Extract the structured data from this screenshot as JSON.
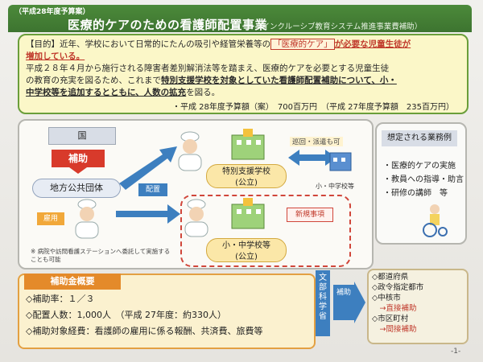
{
  "header": {
    "tag": "（平成28年度予算案）",
    "title": "医療的ケアのための看護師配置事業",
    "subtitle": "（インクルーシブ教育システム推進事業費補助）"
  },
  "purpose": {
    "line1a": "【目的】近年、学校において日常的にたんの吸引や経管栄養等の",
    "line1hl": "「医療的ケア」",
    "line1b": "が必要な児童生徒が",
    "line2": "増加している。",
    "line3": "平成２８年４月から施行される障害者差別解消法等を踏まえ、医療的ケアを必要とする児童生徒",
    "line4a": "の教育の充実を図るため、これまで",
    "line4b": "特別支援学校を対象としていた看護師配置補助について、小・",
    "line5a": "中学校等を追加するとともに、人数の拡充",
    "line5b": "を図る。",
    "budget": "・平成 28年度予算額（案）　700百万円　（平成 27年度予算額　235百万円）"
  },
  "diagram": {
    "kuni": "国",
    "hojo": "補助",
    "chiho": "地方公共団体",
    "koyo": "雇用",
    "haichi": "配置",
    "note": "※ 病院や訪問看護ステーションへ委託して実施することも可能",
    "school1a": "特別支援学校",
    "school1b": "(公立)",
    "school2a": "小・中学校等",
    "school2b": "(公立)",
    "junkai": "巡回・派遣も可",
    "shochu_small": "小・中学校等",
    "shinki": "新規事項"
  },
  "tasks": {
    "title": "想定される業務例",
    "items": [
      "・医療的ケアの実施",
      "・教員への指導・助言",
      "・研修の講師　等"
    ]
  },
  "subsidy": {
    "title": "補助金概要",
    "rate": "◇補助率：１／３",
    "staff": "◇配置人数：1,000人　（平成 27年度：約330人）",
    "costs": "◇補助対象経費：看護師の雇用に係る報酬、共済費、旅費等"
  },
  "monbu": "文部科学省",
  "hojo_right": "補助",
  "prefs": {
    "items": [
      "◇都道府県",
      "◇政令指定都市",
      "◇中核市",
      "　→直接補助",
      "◇市区町村",
      "　→間接補助"
    ]
  },
  "page": "-1-",
  "colors": {
    "header": "#3d7430",
    "accent_red": "#d83a2b",
    "accent_blue": "#3d7fbf",
    "accent_orange": "#e48a2a"
  }
}
